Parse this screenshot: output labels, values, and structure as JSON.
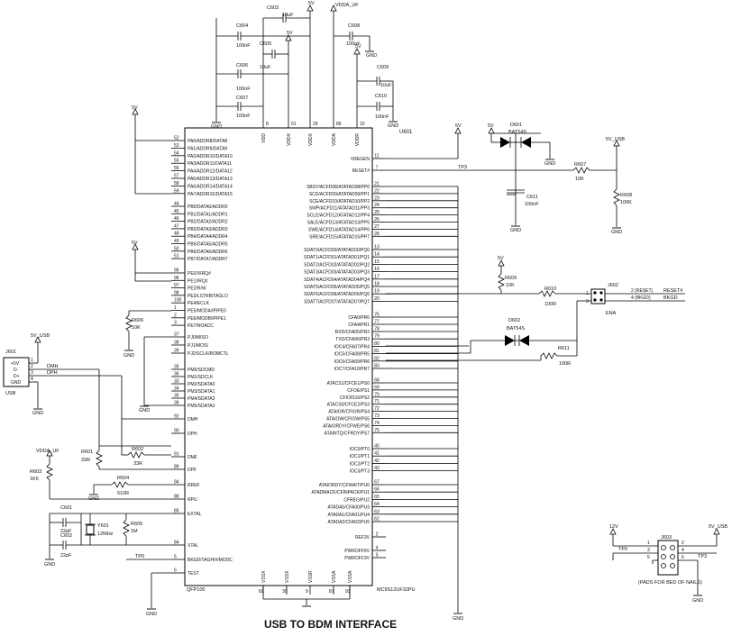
{
  "title": "USB TO BDM INTERFACE",
  "chip": {
    "ref": "U601",
    "part": "MC9S12UF32PU",
    "package": "QFP100",
    "left_pins": [
      [
        "52",
        "PA0/ADDR8/DATA8"
      ],
      [
        "53",
        "PA1/ADDR9/DATA9"
      ],
      [
        "54",
        "PA2/ADDR10/DATA10"
      ],
      [
        "55",
        "PA3/ADDR11/DATA11"
      ],
      [
        "56",
        "PA4/ADDR12/DATA12"
      ],
      [
        "57",
        "PA5/ADDR13/DATA13"
      ],
      [
        "58",
        "PA6/ADDR14/DATA14"
      ],
      [
        "59",
        "PA7/ADDR15/DATA15"
      ],
      [
        "44",
        "PB0/DATA0/ADDR0"
      ],
      [
        "45",
        "PB1/DATA1/ADDR1"
      ],
      [
        "46",
        "PB2/DATA2/ADDR2"
      ],
      [
        "47",
        "PB3/DATA3/ADDR3"
      ],
      [
        "48",
        "PB4/DATA4/ADDR4"
      ],
      [
        "49",
        "PB5/DATA5/ADDR5"
      ],
      [
        "50",
        "PB6/DATA6/ADDR6"
      ],
      [
        "51",
        "PB7/DATA7/ADDR7"
      ],
      [
        "95",
        "PE0/XIRQ#"
      ],
      [
        "96",
        "PE1/IRQ#"
      ],
      [
        "97",
        "PE2/R/W"
      ],
      [
        "98",
        "PE3/LSTRB/TAGLO"
      ],
      [
        "100",
        "PE4/ECLK"
      ],
      [
        "1",
        "PE5/MODA/IPIPE0"
      ],
      [
        "2",
        "PE6/MODB/IPIPE1"
      ],
      [
        "3",
        "PE7/NOACC"
      ],
      [
        "37",
        "PJ0/MISO"
      ],
      [
        "38",
        "PJ1/MOSI"
      ],
      [
        "39",
        "PJ2/SCLK/ROMCTL"
      ],
      [
        "35",
        "PM0/SDCMD"
      ],
      [
        "36",
        "PM1/SDCLK"
      ],
      [
        "33",
        "PM2/SDATA0"
      ],
      [
        "34",
        "PM3/SDATA1"
      ],
      [
        "35",
        "PM4/SDATA2"
      ],
      [
        "36",
        "PM5/SDATA3"
      ],
      [
        "92",
        "DMH"
      ],
      [
        "90",
        "DPH"
      ],
      [
        "91",
        "DMF"
      ],
      [
        "89",
        "DPF"
      ],
      [
        "94",
        "RREF"
      ],
      [
        "88",
        "RPU"
      ],
      [
        "85",
        "EXTAL"
      ],
      [
        "84",
        "XTAL"
      ],
      [
        "5",
        "BKGD/TAGHI#/MODC"
      ],
      [
        "6",
        "TEST"
      ]
    ],
    "right_pins": [
      [
        "11",
        "VREGEN"
      ],
      [
        "7",
        "RESET#"
      ],
      [
        "21",
        "SBSY/ACFD08/ATATAD08/PP0"
      ],
      [
        "22",
        "SCD/ACFD09/ATATAD09/PP1"
      ],
      [
        "23",
        "SCE/ACFD10/ATATAD10/PP2"
      ],
      [
        "24",
        "SWP/ACFD11/ATATAD11/PP3"
      ],
      [
        "25",
        "SCLE/ACFD12/ATATAD12/PP4"
      ],
      [
        "26",
        "SALE/ACFD13/ATATAD13/PP5"
      ],
      [
        "27",
        "SWE/ACFD14/ATATAD14/PP6"
      ],
      [
        "28",
        "SRE/ACFD15/ATATAD15/PP7"
      ],
      [
        "13",
        "SDAT0/ACFD00/ATATAD00/PQ0"
      ],
      [
        "14",
        "SDAT1/ACFD01/ATATAD01/PQ1"
      ],
      [
        "15",
        "SDAT2/ACFD02/ATATAD02/PQ2"
      ],
      [
        "16",
        "SDAT3/ACFD03/ATATAD03/PQ3"
      ],
      [
        "17",
        "SDAT4/ACFD04/ATATAD04/PQ4"
      ],
      [
        "18",
        "SDAT5/ACFD05/ATATAD05/PQ5"
      ],
      [
        "19",
        "SDAT6/ACFD06/ATATAD06/PQ6"
      ],
      [
        "20",
        "SDAT7/ACFD07/ATATAD07/PQ7"
      ],
      [
        "76",
        "CFA0/PR0"
      ],
      [
        "77",
        "CFA4/PR1"
      ],
      [
        "78",
        "RXD/CFA05/PR2"
      ],
      [
        "79",
        "TXD/CFA06/PR3"
      ],
      [
        "80",
        "IOC4/CFA07/PR4"
      ],
      [
        "81",
        "IOC5/CFA08/PR5"
      ],
      [
        "82",
        "IOC6/CFA09/PR6"
      ],
      [
        "83",
        "IOC7/CFA10/PR7"
      ],
      [
        "68",
        "ATACS1/CFCE1/PS0"
      ],
      [
        "69",
        "CFOE/PS1"
      ],
      [
        "70",
        "CFIOIS16/PS2"
      ],
      [
        "71",
        "ATACS0/CFCE2/PS3"
      ],
      [
        "72",
        "ATAIOR/CFIOR/PS4"
      ],
      [
        "73",
        "ATAIOW/CFIOW/PS5"
      ],
      [
        "74",
        "ATAIORDY/CFWE/PS6"
      ],
      [
        "75",
        "ATAINTQ/CFRDY/PS7"
      ],
      [
        "40",
        "IOC0/PT0"
      ],
      [
        "41",
        "IOC1/PT1"
      ],
      [
        "42",
        "IOC2/PT2"
      ],
      [
        "43",
        "IOC3/PT3"
      ],
      [
        "67",
        "ATAIORDY/CFWAIT/PU0"
      ],
      [
        "66",
        "ATADMACK/CFINPACK/PU1"
      ],
      [
        "65",
        "CFREG/PU2"
      ],
      [
        "64",
        "ATADA0/CFA00/PU3"
      ],
      [
        "63",
        "ATADA1/CFA01/PU4"
      ],
      [
        "62",
        "ATADA2/CFA02/PU5"
      ],
      [
        "2",
        "REF3V"
      ],
      [
        "4",
        "PWROFF5V"
      ],
      [
        "3",
        "PWROFF3V"
      ]
    ],
    "top_pins": [
      [
        "8",
        "VDD"
      ],
      [
        "61",
        "VDDX"
      ],
      [
        "29",
        "VDDX"
      ],
      [
        "86",
        "VDDA"
      ],
      [
        "10",
        "VDDR"
      ]
    ],
    "bottom_pins": [
      [
        "60",
        "VSSX"
      ],
      [
        "30",
        "VSSX"
      ],
      [
        "9",
        "VSSR"
      ],
      [
        "87",
        "VSSA"
      ],
      [
        "93",
        "VSSA"
      ]
    ]
  },
  "components": {
    "c603": {
      "ref": "C603",
      "val": "10uF"
    },
    "c604": {
      "ref": "C604",
      "val": "100nF"
    },
    "c605": {
      "ref": "C605",
      "val": "10uF"
    },
    "c606": {
      "ref": "C606",
      "val": "100nF"
    },
    "c607": {
      "ref": "C607",
      "val": "100nF"
    },
    "c608": {
      "ref": "C608",
      "val": "100nF"
    },
    "c609": {
      "ref": "C609",
      "val": "10uF"
    },
    "c610": {
      "ref": "C610",
      "val": "100nF"
    },
    "c611": {
      "ref": "C611",
      "val": "100nF"
    },
    "c601": {
      "ref": "C601",
      "val": "22pF"
    },
    "c602": {
      "ref": "C602",
      "val": "22pF"
    },
    "d601": {
      "ref": "D601",
      "val": "BAT54S"
    },
    "d602": {
      "ref": "D602",
      "val": "BAT54S"
    },
    "r601": {
      "ref": "R601",
      "val": "33R"
    },
    "r602": {
      "ref": "R602",
      "val": "33R"
    },
    "r603": {
      "ref": "R603",
      "val": "1K5"
    },
    "r604": {
      "ref": "R604",
      "val": "510R"
    },
    "r605": {
      "ref": "R605",
      "val": "1M"
    },
    "r606": {
      "ref": "R606",
      "val": "10K"
    },
    "r607": {
      "ref": "R607",
      "val": "10K"
    },
    "r608": {
      "ref": "R608",
      "val": "100K"
    },
    "r609": {
      "ref": "R609",
      "val": "10K"
    },
    "r610": {
      "ref": "R610",
      "val": "100R"
    },
    "r611": {
      "ref": "R611",
      "val": "100R"
    },
    "y601": {
      "ref": "Y601",
      "val": "12MHz"
    },
    "j601": {
      "ref": "J601",
      "label": "USB",
      "pins": [
        "+5V",
        "D-",
        "D+",
        "GND"
      ]
    },
    "j602": {
      "ref": "J602",
      "label": "ENA",
      "pin2": "2 (RESET)",
      "pin4": "4 (BKGD)",
      "sig1": "RESET#",
      "sig2": "BKGD"
    },
    "j603": {
      "ref": "J603",
      "note": "(PADS FOR BED OF NAILS)"
    }
  },
  "nets": {
    "v5": "5V",
    "v5usb": "5V_USB",
    "vddauf": "VDDA_UF",
    "v12": "12V",
    "gnd": "GND",
    "tp0": "TP0",
    "tp3": "TP3",
    "dmh": "DMH",
    "dph": "DPH"
  }
}
